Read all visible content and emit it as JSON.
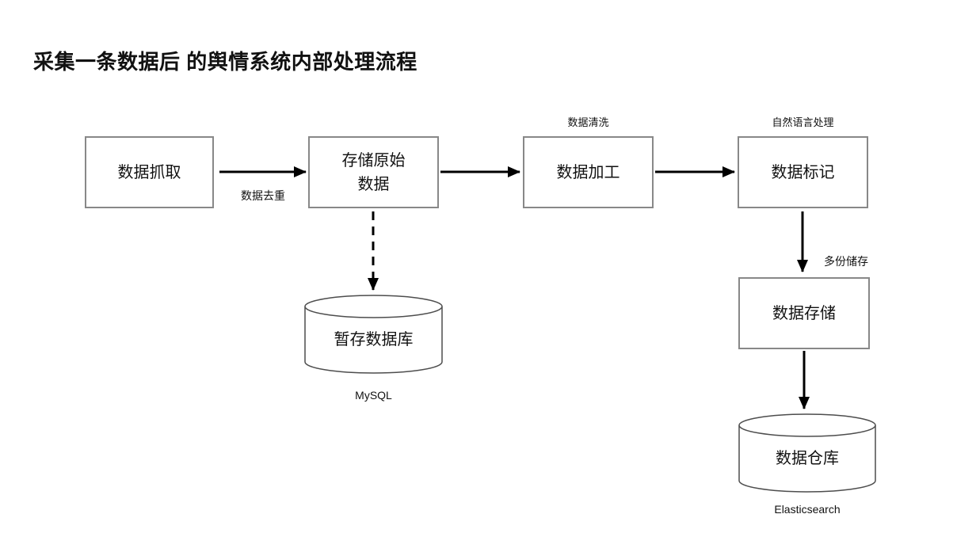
{
  "title": "采集一条数据后 的舆情系统内部处理流程",
  "nodes": {
    "crawl": {
      "label": "数据抓取"
    },
    "store_raw": {
      "lines": [
        "存储原始",
        "数据"
      ]
    },
    "process": {
      "label": "数据加工",
      "annotation": "数据清洗"
    },
    "tag": {
      "label": "数据标记",
      "annotation": "自然语言处理"
    },
    "store": {
      "label": "数据存储"
    },
    "temp_db": {
      "label": "暂存数据库",
      "caption": "MySQL"
    },
    "warehouse": {
      "label": "数据仓库",
      "caption": "Elasticsearch"
    }
  },
  "edge_labels": {
    "dedupe": "数据去重",
    "multi_copy": "多份储存"
  },
  "colors": {
    "text": "#111111",
    "box_border": "#888888",
    "cylinder_stroke": "#4d4d4d",
    "arrow": "#000000",
    "background": "#ffffff"
  }
}
